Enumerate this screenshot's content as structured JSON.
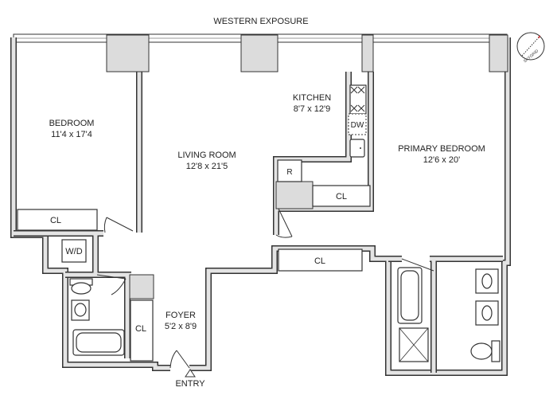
{
  "plan": {
    "exposure": "WESTERN EXPOSURE",
    "entry": "ENTRY",
    "rooms": {
      "bedroom": {
        "name": "BEDROOM",
        "size": "11'4 x 17'4"
      },
      "living": {
        "name": "LIVING ROOM",
        "size": "12'8 x 21'5"
      },
      "kitchen": {
        "name": "KITCHEN",
        "size": "8'7 x 12'9"
      },
      "primary": {
        "name": "PRIMARY BEDROOM",
        "size": "12'6 x 20'"
      },
      "foyer": {
        "name": "FOYER",
        "size": "5'2 x 8'9"
      }
    },
    "fixtures": {
      "closet": "CL",
      "washer_dryer": "W/D",
      "dishwasher": "DW",
      "refrigerator": "R"
    },
    "compass_text": "SKYGRID"
  },
  "colors": {
    "wall": "#333333",
    "wall_fill": "#e4e4e4",
    "column": "#dcdcdc"
  }
}
